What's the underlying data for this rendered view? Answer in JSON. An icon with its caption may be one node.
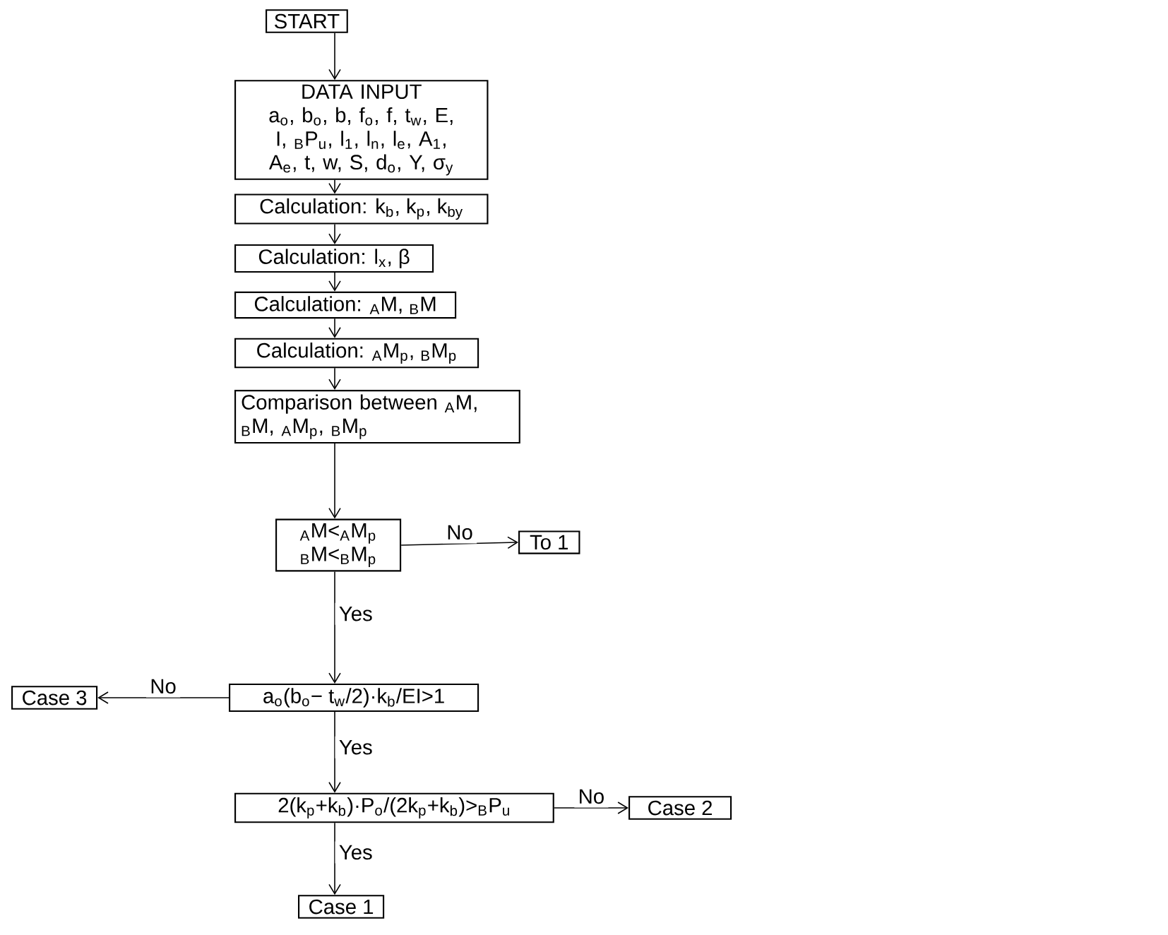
{
  "diagram": {
    "nodes": [
      {
        "text": [
          "START"
        ]
      },
      {
        "text": [
          "DATA INPUT",
          "a$_{o}$, b$_{o}$, b, f$_{o}$, f, t$_{w}$, E, I, $_{B}$P$_{u}$, l$_{1}$, l$_{n}$, l$_{e}$, A$_{1}$, A$_{e}$, t, w, S, d$_{o}$, Y, σ$_{y}$"
        ]
      },
      {
        "text": [
          "Calculation: k$_{b}$, k$_{p}$, k$_{by}$"
        ]
      },
      {
        "text": [
          "Calculation: l$_{x}$, β"
        ]
      },
      {
        "text": [
          "Calculation: $_{A}$M, $_{B}$M"
        ]
      },
      {
        "text": [
          "Calculation: $_{A}$M$_{p}$, $_{B}$M$_{p}$"
        ]
      },
      {
        "text": [
          "Comparison between $_{A}$M, $_{B}$M, $_{A}$M$_{p}$, $_{B}$M$_{p}$"
        ]
      },
      {
        "text": [
          "$_{A}$M<$_{A}$M$_{p}$ $_{B}$M<$_{B}$M$_{p}$"
        ]
      },
      {
        "text": [
          "To 1"
        ]
      },
      {
        "text": [
          "a$_{o}$(b$_{o}$− t$_{w}$/2)·k$_{b}$/EI>1"
        ]
      },
      {
        "text": [
          "Case 3"
        ]
      },
      {
        "text": [
          "2(k$_{p}$+k$_{b}$)·P$_{o}$/(2k$_{p}$+k$_{b}$)>$_{B}$P$_{u}$"
        ]
      },
      {
        "text": [
          "Case 2"
        ]
      },
      {
        "text": [
          "Case 1"
        ]
      }
    ],
    "edges": [
      {
        "from": 0,
        "to": 1,
        "arrow": "to"
      },
      {
        "from": 1,
        "to": 2,
        "arrow": "to"
      },
      {
        "from": 2,
        "to": 3,
        "arrow": "to"
      },
      {
        "from": 3,
        "to": 4,
        "arrow": "to"
      },
      {
        "from": 4,
        "to": 5,
        "arrow": "to"
      },
      {
        "from": 5,
        "to": 6,
        "arrow": "to"
      },
      {
        "from": 6,
        "to": 7,
        "arrow": "to"
      },
      {
        "from": 7,
        "to": 8,
        "arrow": "to",
        "label": "No"
      },
      {
        "from": 7,
        "to": 9,
        "arrow": "to",
        "label": "Yes"
      },
      {
        "from": 9,
        "to": 10,
        "arrow": "to",
        "label": "No"
      },
      {
        "from": 9,
        "to": 11,
        "arrow": "to",
        "label": "Yes"
      },
      {
        "from": 11,
        "to": 12,
        "arrow": "to",
        "label": "No"
      },
      {
        "from": 11,
        "to": 13,
        "arrow": "to",
        "label": "Yes"
      }
    ]
  }
}
